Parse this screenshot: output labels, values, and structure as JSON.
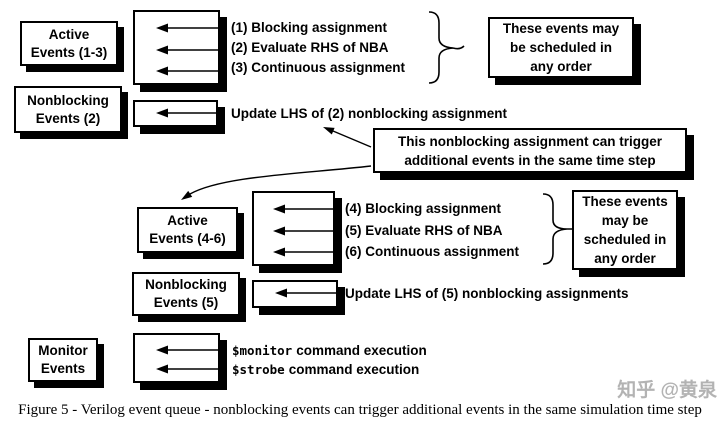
{
  "diagram": {
    "queue1": {
      "label": [
        "Active",
        "Events (1-3)"
      ],
      "items": [
        "(1) Blocking assignment",
        "(2) Evaluate RHS of NBA",
        "(3) Continuous assignment"
      ],
      "note": [
        "These events may",
        "be scheduled in",
        "any order"
      ]
    },
    "queue2": {
      "label": [
        "Nonblocking",
        "Events (2)"
      ],
      "item": "Update LHS of (2) nonblocking assignment"
    },
    "trigger_note": [
      "This nonblocking assignment can trigger",
      "additional events in the same time step"
    ],
    "queue3": {
      "label": [
        "Active",
        "Events (4-6)"
      ],
      "items": [
        "(4) Blocking assignment",
        "(5) Evaluate RHS of NBA",
        "(6) Continuous assignment"
      ],
      "note": [
        "These events",
        "may be",
        "scheduled in",
        "any order"
      ]
    },
    "queue4": {
      "label": [
        "Nonblocking",
        "Events (5)"
      ],
      "item": "Update LHS of (5) nonblocking assignments"
    },
    "queue5": {
      "label": [
        "Monitor",
        "Events"
      ],
      "items": [
        {
          "cmd": "$monitor",
          "rest": "command execution"
        },
        {
          "cmd": "$strobe",
          "rest": "command execution"
        }
      ]
    },
    "icons": {
      "left_arrow": "◄",
      "brace": "}"
    },
    "colors": {
      "ink": "#000000",
      "paper": "#ffffff",
      "watermark_gray": "#b3b3b3"
    },
    "caption": "Figure 5 - Verilog event queue - nonblocking events can trigger additional events in the same simulation time step",
    "watermark": "知乎 @黄泉"
  }
}
